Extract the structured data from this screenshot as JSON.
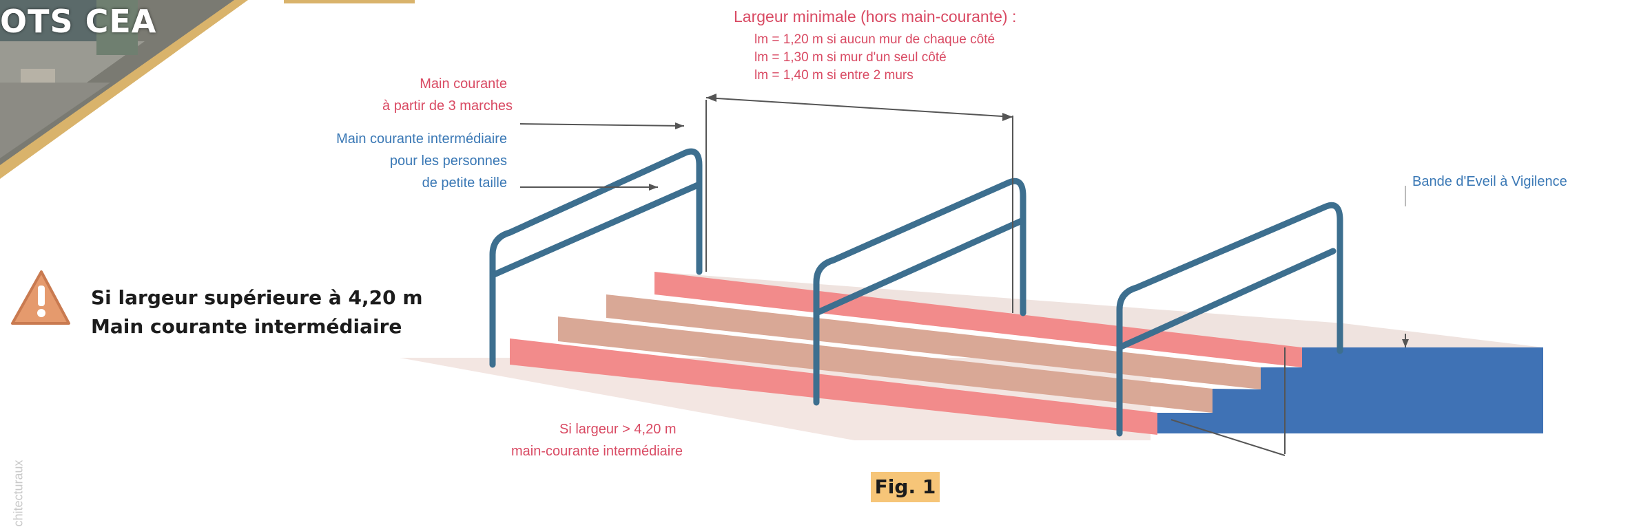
{
  "banner": {
    "title": "OTS CEA"
  },
  "top_width": {
    "title": "Largeur minimale (hors main-courante) :",
    "lines": [
      "lm = 1,20 m si aucun mur de chaque côté",
      "lm = 1,30 m si mur d'un seul côté",
      "lm = 1,40 m si entre 2 murs"
    ]
  },
  "handrail_label": {
    "line1": "Main courante",
    "line2": "à partir de 3 marches"
  },
  "intermediate_label": {
    "line1": "Main courante intermédiaire",
    "line2": "pour les personnes",
    "line3": "de petite taille"
  },
  "warning_band_label": "Bande d'Eveil à Vigilence",
  "warning": {
    "line1": "Si largeur supérieure à 4,20 m",
    "line2": "Main courante intermédiaire"
  },
  "bottom_label": {
    "line1": "Si largeur > 4,20 m",
    "line2": "main-courante intermédiaire"
  },
  "figure_caption": "Fig. 1",
  "side_caption": "chitecturaux",
  "colors": {
    "step_red": "#f28b8b",
    "step_beige": "#d9a896",
    "rail_blue": "#3d6f8f",
    "landing_blue": "#3f72b5",
    "label_red": "#d94a63",
    "label_blue": "#3a78b5",
    "caption_bg": "#f6c578",
    "warning_icon": "#e59a6d"
  }
}
